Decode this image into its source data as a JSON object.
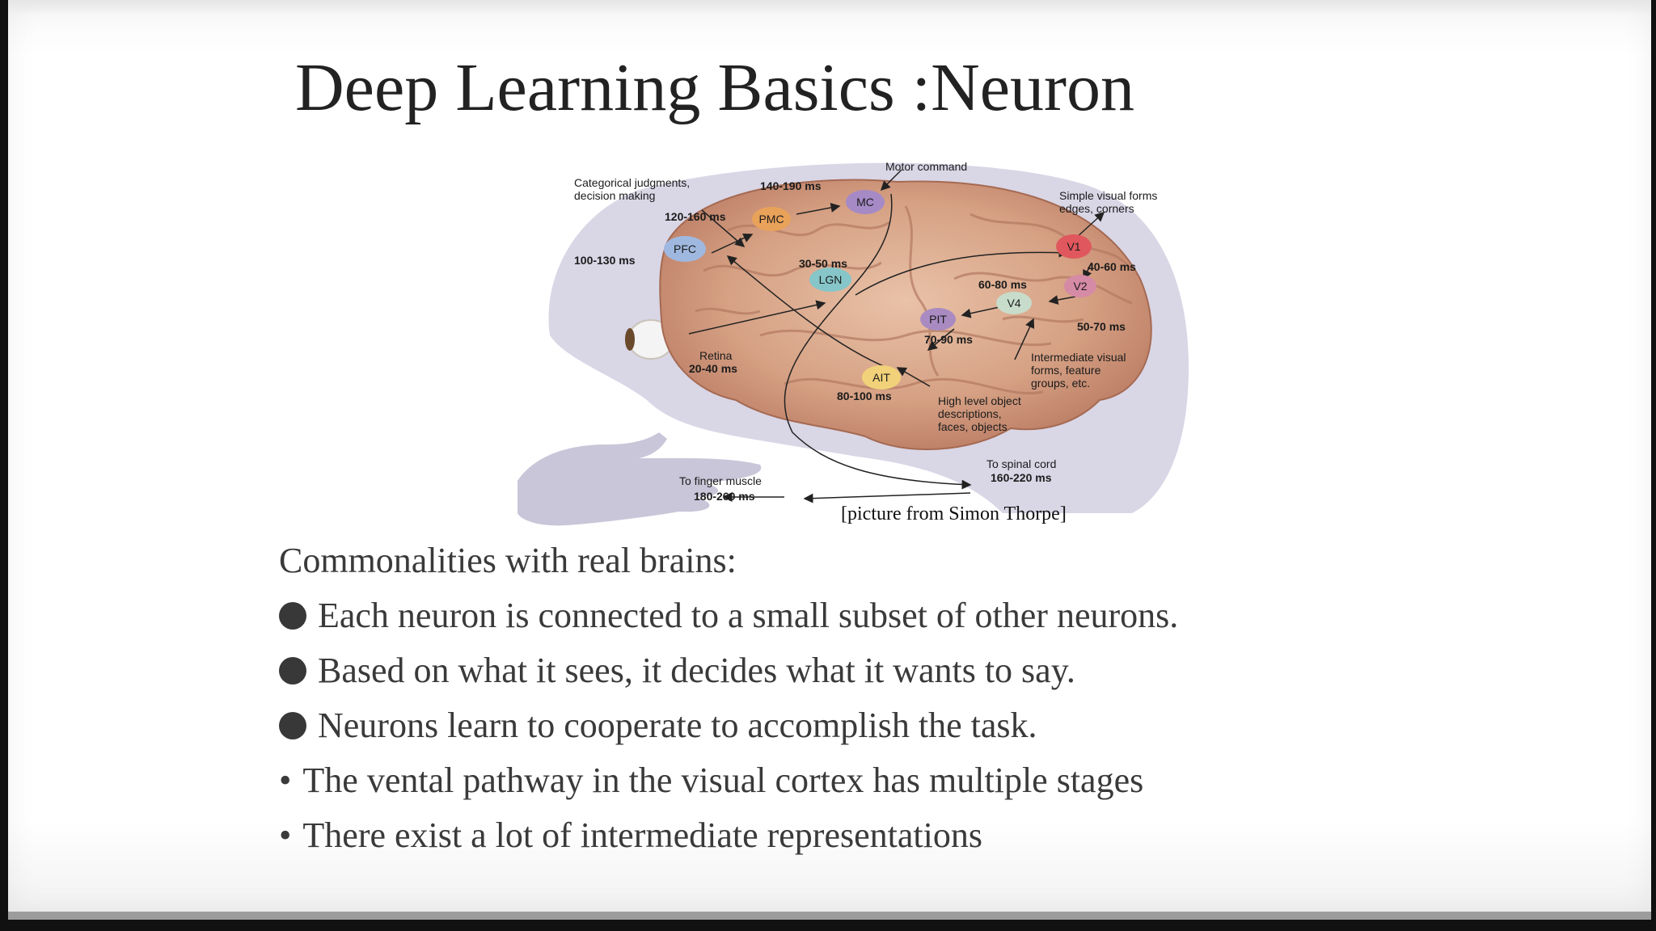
{
  "slide": {
    "title": "Deep Learning Basics :Neuron",
    "figure": {
      "labels": {
        "categorical": [
          "Categorical judgments,",
          "decision making"
        ],
        "motor_command": "Motor command",
        "simple_visual": [
          "Simple visual forms",
          "edges, corners"
        ],
        "t_mc": "140-190 ms",
        "t_pmc": "120-160 ms",
        "t_pfc": "100-130 ms",
        "t_lgn": "30-50 ms",
        "t_v1": "40-60 ms",
        "t_v4": "60-80 ms",
        "t_v2": "50-70 ms",
        "t_pit": "70-90 ms",
        "t_ait": "80-100 ms",
        "retina": [
          "Retina",
          "20-40 ms"
        ],
        "intermediate": [
          "Intermediate visual",
          "forms, feature",
          "groups, etc."
        ],
        "high_level": [
          "High level object",
          "descriptions,",
          "faces, objects"
        ],
        "spinal": [
          "To spinal cord",
          "160-220 ms"
        ],
        "finger": [
          "To finger muscle",
          "180-260 ms"
        ],
        "credit": "[picture from Simon Thorpe]"
      },
      "nodes": {
        "mc": "MC",
        "pmc": "PMC",
        "pfc": "PFC",
        "lgn": "LGN",
        "v1": "V1",
        "v2": "V2",
        "v4": "V4",
        "pit": "PIT",
        "ait": "AIT"
      },
      "node_colors": {
        "mc": "#a58ac6",
        "pmc": "#e9a25a",
        "pfc": "#9fb8e0",
        "lgn": "#86c6c8",
        "v1": "#e0575d",
        "v2": "#d58aa6",
        "v4": "#c8dccb",
        "pit": "#a98bc2",
        "ait": "#f1d27a"
      }
    },
    "intro": "Commonalities with real brains:",
    "bullets": [
      "Each neuron is connected to a small subset of other neurons.",
      "Based on what it sees, it decides what it wants to say.",
      "Neurons learn to cooperate to accomplish the task."
    ],
    "sub_bullets": [
      "The vental pathway in the visual cortex has multiple stages",
      "There exist a lot of intermediate representations"
    ]
  }
}
